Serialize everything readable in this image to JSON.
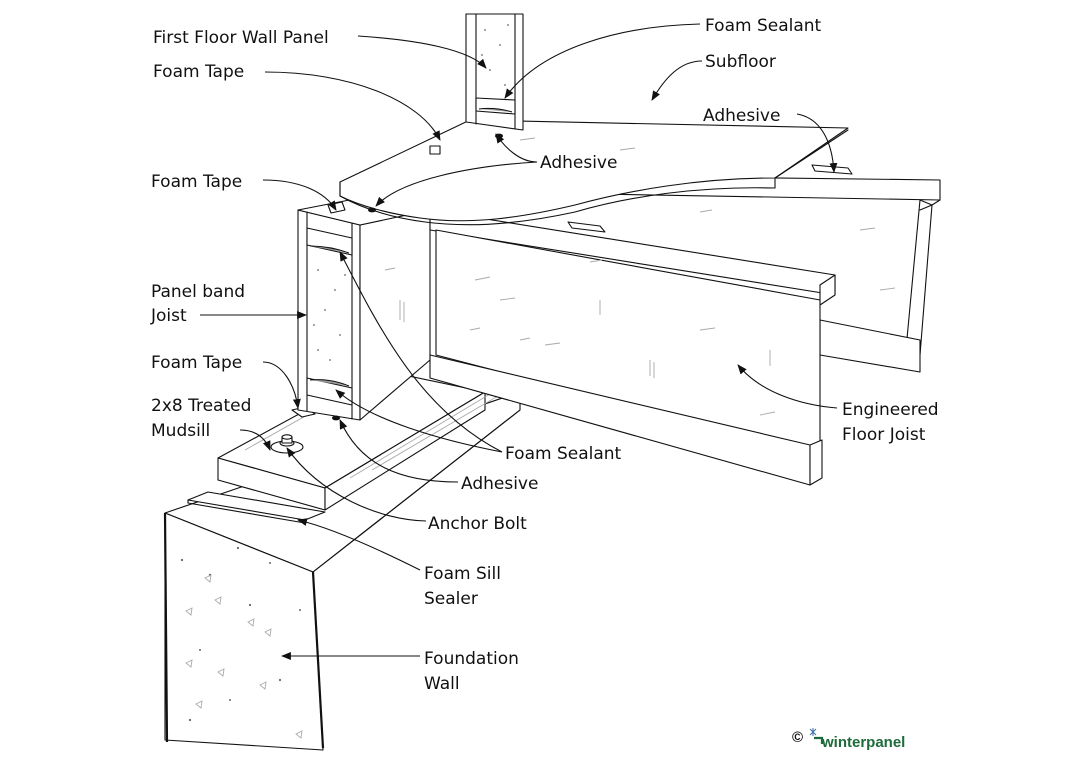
{
  "labels": {
    "first_floor_wall_panel": "First Floor Wall Panel",
    "foam_sealant_top": "Foam Sealant",
    "foam_tape_top": "Foam Tape",
    "subfloor": "Subfloor",
    "adhesive_right": "Adhesive",
    "adhesive_subfloor": "Adhesive",
    "foam_tape_band": "Foam Tape",
    "panel_band_joist_1": "Panel band",
    "panel_band_joist_2": "Joist",
    "foam_tape_sill": "Foam Tape",
    "mudsill_1": "2x8 Treated",
    "mudsill_2": "Mudsill",
    "foam_sealant_band": "Foam Sealant",
    "adhesive_sill": "Adhesive",
    "anchor_bolt": "Anchor Bolt",
    "foam_sill_sealer_1": "Foam Sill",
    "foam_sill_sealer_2": "Sealer",
    "engineered_floor_joist_1": "Engineered",
    "engineered_floor_joist_2": "Floor Joist",
    "foundation_wall_1": "Foundation",
    "foundation_wall_2": "Wall"
  },
  "logo": {
    "copyright": "©",
    "brand": "winterpanel",
    "icon": "snowflake-icon",
    "color": "#1d6b3a"
  },
  "colors": {
    "line": "#111111",
    "background": "#ffffff"
  }
}
